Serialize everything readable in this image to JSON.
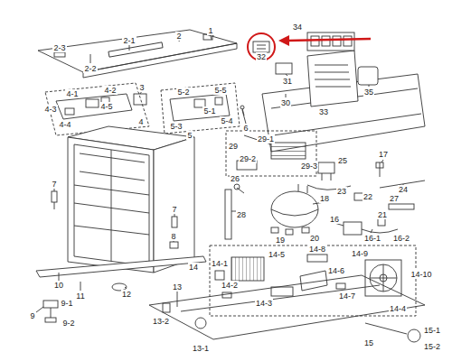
{
  "diagram": {
    "labels": [
      "1",
      "2",
      "2-1",
      "2-2",
      "2-3",
      "3",
      "4-1",
      "4-2",
      "4-5",
      "4-3",
      "4-4",
      "4",
      "5-2",
      "5-5",
      "5-1",
      "5-3",
      "5-4",
      "5",
      "6",
      "32",
      "34",
      "31",
      "33",
      "35",
      "30",
      "29",
      "29-1",
      "29-2",
      "29-3",
      "25",
      "17",
      "23",
      "24",
      "22",
      "26",
      "18",
      "21",
      "27",
      "28",
      "16",
      "16-1",
      "16-2",
      "20",
      "19",
      "7",
      "7",
      "8",
      "10",
      "11",
      "12",
      "13",
      "14",
      "14-1",
      "14-5",
      "14-8",
      "14-9",
      "14-2",
      "14-3",
      "14-6",
      "14-7",
      "14-10",
      "14-4",
      "9-1",
      "9",
      "9-2",
      "13-2",
      "13-1",
      "15",
      "15-1",
      "15-2"
    ]
  }
}
